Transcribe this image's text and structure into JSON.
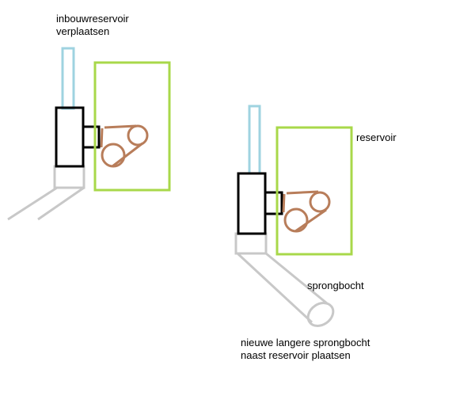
{
  "labels": {
    "left_note": {
      "line1": "inbouwreservoir",
      "line2": "verplaatsen"
    },
    "reservoir": "reservoir",
    "sprongbocht": "sprongbocht",
    "new_note": {
      "line1": "nieuwe langere sprongbocht",
      "line2": "naast reservoir plaatsen"
    }
  },
  "colors": {
    "reservoir_box": "#a8d84a",
    "inlet_pipe": "#9fd3e0",
    "connector": "#000000",
    "float_valve": "#b87d5a",
    "drain_pipe": "#c8c8c8"
  }
}
